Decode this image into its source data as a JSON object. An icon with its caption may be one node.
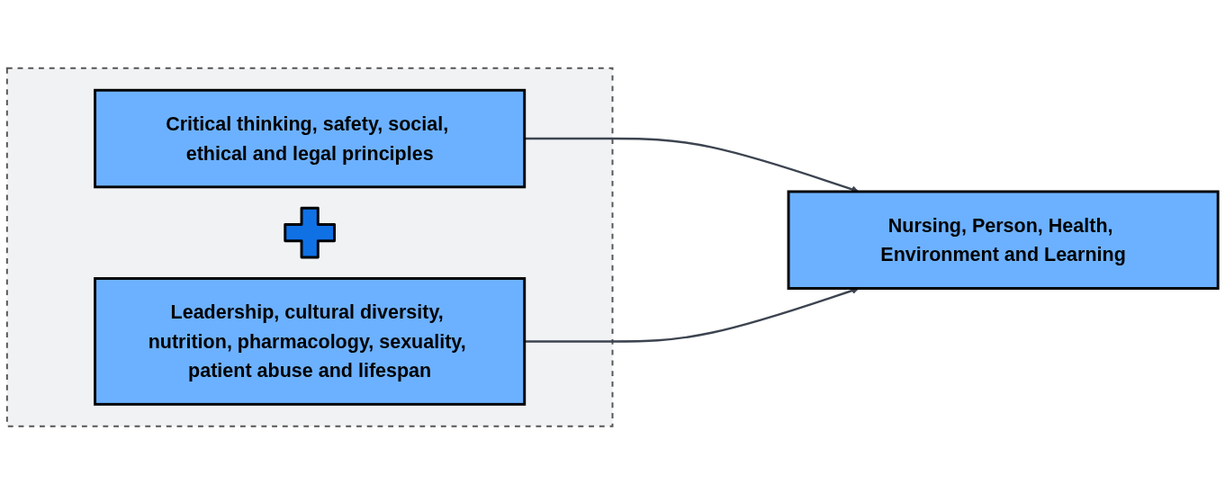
{
  "diagram": {
    "nodes": [
      {
        "text": [],
        "shape": "box"
      },
      {
        "text": [
          "Critical thinking, safety, social, ethical and legal principles"
        ],
        "in": 0
      },
      {
        "text": [],
        "shape": "plus",
        "in": 0
      },
      {
        "text": [
          "Leadership, cultural diversity, nutrition, pharmacology, sexuality, patient abuse and lifespan"
        ],
        "in": 0
      },
      {
        "text": [
          "Nursing, Person, Health, Environment and Learning"
        ]
      }
    ],
    "edges": [
      {
        "from": 1,
        "to": 4,
        "arrow": "to"
      },
      {
        "from": 3,
        "to": 4,
        "arrow": "to"
      }
    ]
  }
}
